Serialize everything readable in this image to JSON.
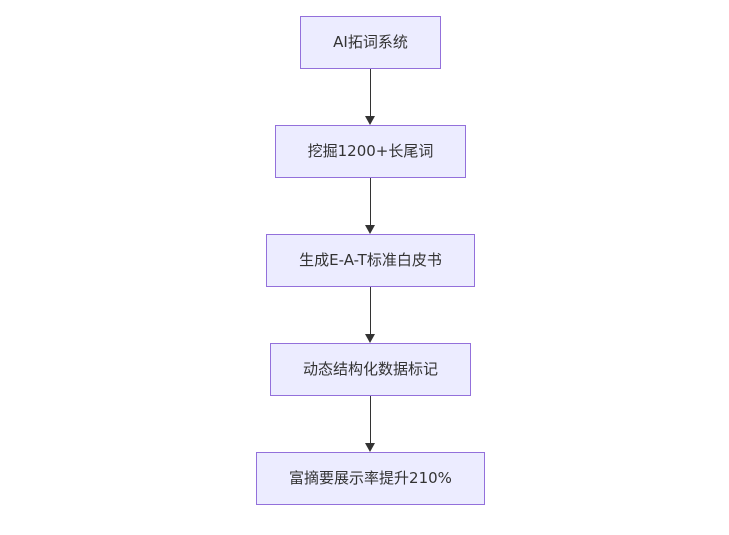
{
  "diagram": {
    "type": "flowchart-vertical",
    "direction": "top-down",
    "nodes": [
      {
        "id": "n1",
        "label": "AI拓词系统"
      },
      {
        "id": "n2",
        "label": "挖掘1200+长尾词"
      },
      {
        "id": "n3",
        "label": "生成E-A-T标准白皮书"
      },
      {
        "id": "n4",
        "label": "动态结构化数据标记"
      },
      {
        "id": "n5",
        "label": "富摘要展示率提升210%"
      }
    ],
    "edges": [
      {
        "from": "n1",
        "to": "n2"
      },
      {
        "from": "n2",
        "to": "n3"
      },
      {
        "from": "n3",
        "to": "n4"
      },
      {
        "from": "n4",
        "to": "n5"
      }
    ],
    "colors": {
      "node_fill": "#ECECFF",
      "node_border": "#9370DB",
      "node_text": "#333333",
      "arrow": "#333333",
      "background": "#FFFFFF"
    }
  }
}
